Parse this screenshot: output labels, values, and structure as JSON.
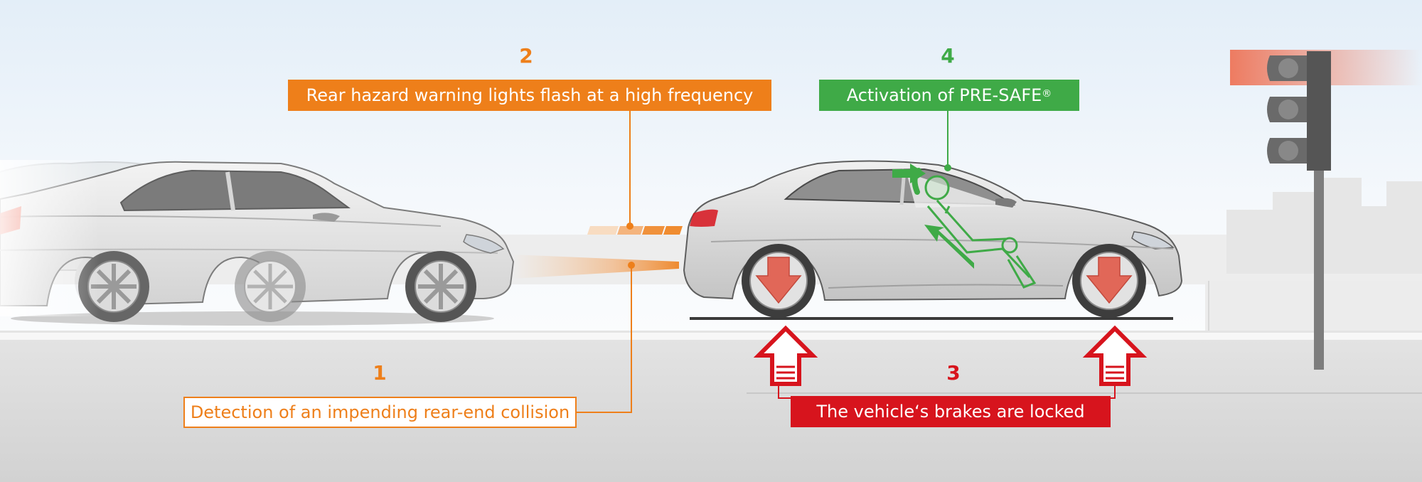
{
  "steps": [
    {
      "number": "1",
      "text": "Detection of an impending rear-end collision"
    },
    {
      "number": "2",
      "text": "Rear hazard warning lights flash at a high frequency"
    },
    {
      "number": "3",
      "text": "The vehicle‘s brakes are locked"
    },
    {
      "number": "4",
      "text": "Activation of PRE-SAFE",
      "superscript": "®"
    }
  ],
  "colors": {
    "detection": "#ee7f1a",
    "hazard_lights": "#ee7f1a",
    "brakes": "#d7141d",
    "pre_safe": "#3faa47"
  },
  "icons": [
    "approaching-car",
    "stationary-car",
    "traffic-light",
    "brake-arrow-icon",
    "occupant-icon",
    "seat-adjust-arrow-icon"
  ]
}
